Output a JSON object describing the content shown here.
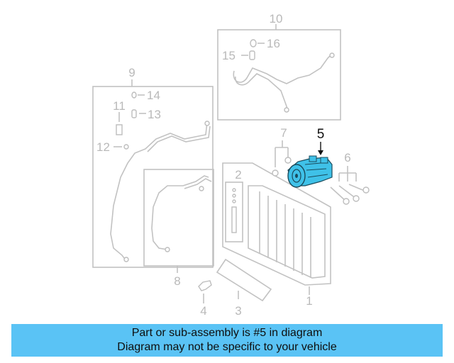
{
  "callouts": {
    "n1": "1",
    "n2": "2",
    "n3": "3",
    "n4": "4",
    "n5": "5",
    "n6": "6",
    "n7": "7",
    "n8": "8",
    "n9": "9",
    "n10": "10",
    "n11": "11",
    "n12": "12",
    "n13": "13",
    "n14": "14",
    "n15": "15",
    "n16": "16"
  },
  "highlight_color": "#3fc1e8",
  "banner": {
    "line1": "Part or sub-assembly is #5 in diagram",
    "line2": "Diagram may not be specific to your vehicle",
    "background": "#5ac3f5"
  }
}
